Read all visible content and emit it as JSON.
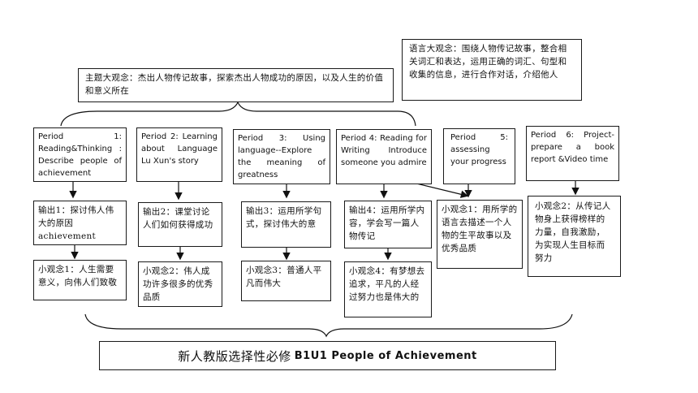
{
  "theme_box": {
    "text": "主题大观念：杰出人物传记故事，探索杰出人物成功的原因，以及人生的价值和意义所在"
  },
  "language_box": {
    "text": "语言大观念：围绕人物传记故事，整合相关词汇和表达，运用正确的词汇、句型和收集的信息，进行合作对话，介绍他人"
  },
  "periods": [
    {
      "text": "Period 1: Reading&Thinking : Describe people of achievement"
    },
    {
      "text": "Period 2: Learning about Language Lu Xun's story"
    },
    {
      "text": "Period 3: Using language--Explore the meaning of greatness"
    },
    {
      "text": "Period 4: Reading for Writing Introduce someone you admire"
    },
    {
      "text": "Period 5: assessing your progress"
    },
    {
      "text": "Period 6: Project-prepare a book report &Video time"
    }
  ],
  "outputs": [
    {
      "text": "输出1：探讨伟人伟大的原因achievement"
    },
    {
      "text": "输出2：课堂讨论人们如何获得成功"
    },
    {
      "text": "输出3：运用所学句式，探讨伟大的意"
    },
    {
      "text": "输出4：运用所学内容，学会写一篇人物传记"
    },
    {
      "text": "小观念1：用所学的语言去描述一个人物的生平故事以及优秀品质"
    },
    {
      "text": "小观念2：从传记人物身上获得榜样的力量，自我激励，为实现人生目标而努力"
    }
  ],
  "small_ideas": [
    {
      "text": "小观念1：人生需要意义，向伟人们致敬"
    },
    {
      "text": "小观念2：伟人成功许多很多的优秀品质"
    },
    {
      "text": "小观念3：普通人平凡而伟大"
    },
    {
      "text": "小观念4：有梦想去追求，平凡的人经过努力也是伟大的"
    }
  ],
  "footer": {
    "title_cn": "新人教版选择性必修",
    "title_en": "B1U1 People of Achievement"
  }
}
